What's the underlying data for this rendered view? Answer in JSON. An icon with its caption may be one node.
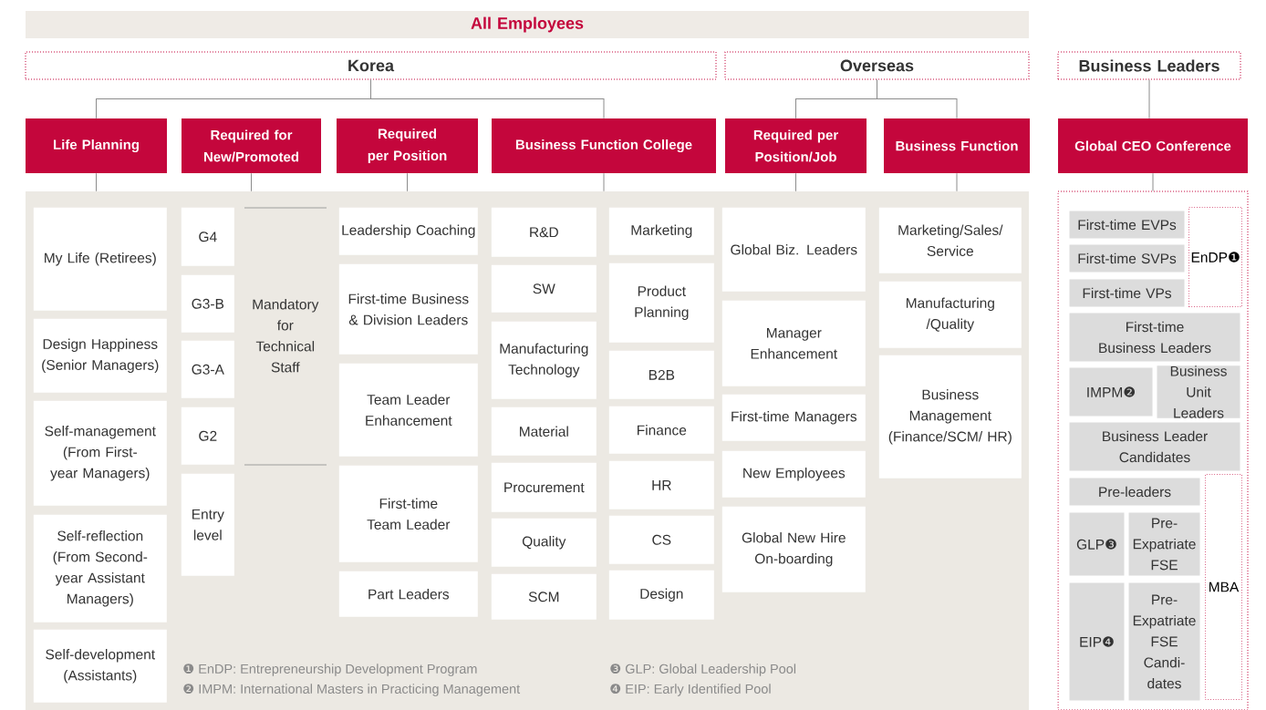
{
  "diagram": {
    "nodes": [
      {
        "text": [
          "All Employees"
        ]
      },
      {
        "text": [
          "Korea"
        ]
      },
      {
        "text": [
          "Overseas"
        ]
      },
      {
        "text": [
          "Business Leaders"
        ]
      },
      {
        "text": [
          "Life Planning"
        ]
      },
      {
        "text": [
          "Required for New/Promoted"
        ]
      },
      {
        "text": [
          "Required per Position"
        ]
      },
      {
        "text": [
          "Business Function College"
        ]
      },
      {
        "text": [
          "Required per Position/Job"
        ]
      },
      {
        "text": [
          "Business Function"
        ]
      },
      {
        "text": [
          "Global CEO Conference"
        ]
      },
      {
        "text": [],
        "shape": "box"
      },
      {
        "text": [],
        "shape": "box"
      },
      {
        "text": [
          "My Life (Retirees)"
        ],
        "in": 11
      },
      {
        "text": [
          "Design Happiness (Senior Managers)"
        ],
        "in": 11
      },
      {
        "text": [
          "Self-management (From First-year Managers)"
        ],
        "in": 11
      },
      {
        "text": [
          "Self-reflection (From Second-year Assistant Managers)"
        ],
        "in": 11
      },
      {
        "text": [
          "Self-development (Assistants)"
        ],
        "in": 11
      },
      {
        "text": [
          "G4"
        ],
        "in": 11
      },
      {
        "text": [
          "G3-B"
        ],
        "in": 11
      },
      {
        "text": [
          "G3-A"
        ],
        "in": 11
      },
      {
        "text": [
          "G2"
        ],
        "in": 11
      },
      {
        "text": [
          "Entry level"
        ],
        "in": 11
      },
      {
        "text": [
          "Mandatory for Technical Staff"
        ],
        "in": 11
      },
      {
        "text": [
          "Leadership Coaching"
        ],
        "in": 11
      },
      {
        "text": [
          "First-time Business & Division Leaders"
        ],
        "in": 11
      },
      {
        "text": [
          "Team Leader Enhancement"
        ],
        "in": 11
      },
      {
        "text": [
          "First-time Team Leader"
        ],
        "in": 11
      },
      {
        "text": [
          "Part Leaders"
        ],
        "in": 11
      },
      {
        "text": [
          "R&D"
        ],
        "in": 11
      },
      {
        "text": [
          "SW"
        ],
        "in": 11
      },
      {
        "text": [
          "Manufacturing Technology"
        ],
        "in": 11
      },
      {
        "text": [
          "Material"
        ],
        "in": 11
      },
      {
        "text": [
          "Procurement"
        ],
        "in": 11
      },
      {
        "text": [
          "Quality"
        ],
        "in": 11
      },
      {
        "text": [
          "SCM"
        ],
        "in": 11
      },
      {
        "text": [
          "Marketing"
        ],
        "in": 11
      },
      {
        "text": [
          "Product Planning"
        ],
        "in": 11
      },
      {
        "text": [
          "B2B"
        ],
        "in": 11
      },
      {
        "text": [
          "Finance"
        ],
        "in": 11
      },
      {
        "text": [
          "HR"
        ],
        "in": 11
      },
      {
        "text": [
          "CS"
        ],
        "in": 11
      },
      {
        "text": [
          "Design"
        ],
        "in": 11
      },
      {
        "text": [
          "Global Biz. Leaders"
        ],
        "in": 11
      },
      {
        "text": [
          "Manager Enhancement"
        ],
        "in": 11
      },
      {
        "text": [
          "First-time Managers"
        ],
        "in": 11
      },
      {
        "text": [
          "New Employees"
        ],
        "in": 11
      },
      {
        "text": [
          "Global New Hire On-boarding"
        ],
        "in": 11
      },
      {
        "text": [
          "Marketing/Sales/ Service"
        ],
        "in": 11
      },
      {
        "text": [
          "Manufacturing /Quality"
        ],
        "in": 11
      },
      {
        "text": [
          "Business Management (Finance/SCM/ HR)"
        ],
        "in": 11
      },
      {
        "text": [
          "First-time EVPs"
        ],
        "in": 12
      },
      {
        "text": [
          "First-time SVPs"
        ],
        "in": 12
      },
      {
        "text": [
          "First-time VPs"
        ],
        "in": 12
      },
      {
        "text": [
          "EnDP❶"
        ],
        "in": 12
      },
      {
        "text": [
          "First-time Business Leaders"
        ],
        "in": 12
      },
      {
        "text": [
          "IMPM❷"
        ],
        "in": 12
      },
      {
        "text": [
          "Business Unit Leaders"
        ],
        "in": 12
      },
      {
        "text": [
          "Business Leader Candidates"
        ],
        "in": 12
      },
      {
        "text": [
          "MBA"
        ],
        "in": 12
      },
      {
        "text": [
          "Pre-leaders"
        ],
        "in": 12
      },
      {
        "text": [
          "GLP❸"
        ],
        "in": 12
      },
      {
        "text": [
          "Pre-Expatriate FSE"
        ],
        "in": 12
      },
      {
        "text": [
          "EIP❹"
        ],
        "in": 12
      },
      {
        "text": [
          "Pre-Expatriate FSE Candi-dates"
        ],
        "in": 12
      }
    ],
    "edges": [
      {
        "from": 1,
        "to": 4,
        "arrow": "none"
      },
      {
        "from": 1,
        "to": 7,
        "arrow": "none"
      },
      {
        "from": 2,
        "to": 8,
        "arrow": "none"
      },
      {
        "from": 2,
        "to": 9,
        "arrow": "none"
      },
      {
        "from": 3,
        "to": 10,
        "arrow": "none"
      },
      {
        "from": 4,
        "to": 11,
        "arrow": "none"
      },
      {
        "from": 5,
        "to": 11,
        "arrow": "none"
      },
      {
        "from": 6,
        "to": 11,
        "arrow": "none"
      },
      {
        "from": 7,
        "to": 11,
        "arrow": "none"
      },
      {
        "from": 8,
        "to": 11,
        "arrow": "none"
      },
      {
        "from": 9,
        "to": 11,
        "arrow": "none"
      },
      {
        "from": 10,
        "to": 12,
        "arrow": "none"
      }
    ],
    "labels": [
      "❶ EnDP: Entrepreneurship Development Program",
      "❸ GLP: Global Leadership Pool",
      "❷ IMPM: International Masters in Practicing Management",
      "❹ EIP: Early Identified Pool"
    ]
  }
}
